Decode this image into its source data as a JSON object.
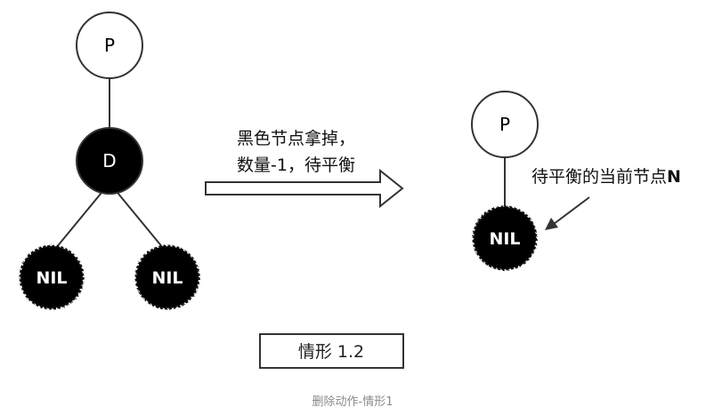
{
  "left_tree": {
    "parent_label": "P",
    "deleted_label": "D",
    "nil_left_label": "NIL",
    "nil_right_label": "NIL"
  },
  "transition": {
    "line1": "黑色节点拿掉，",
    "line2": "数量-1，待平衡"
  },
  "right_tree": {
    "parent_label": "P",
    "nil_label": "NIL",
    "pointer_text": "待平衡的当前节点",
    "pointer_bold": "N"
  },
  "case_box": {
    "label": "情形 1.2"
  },
  "caption": "删除动作-情形1",
  "colors": {
    "node_fill_black": "#000000",
    "node_fill_white": "#ffffff",
    "stroke": "#333333",
    "caption": "#8a8a8a"
  }
}
